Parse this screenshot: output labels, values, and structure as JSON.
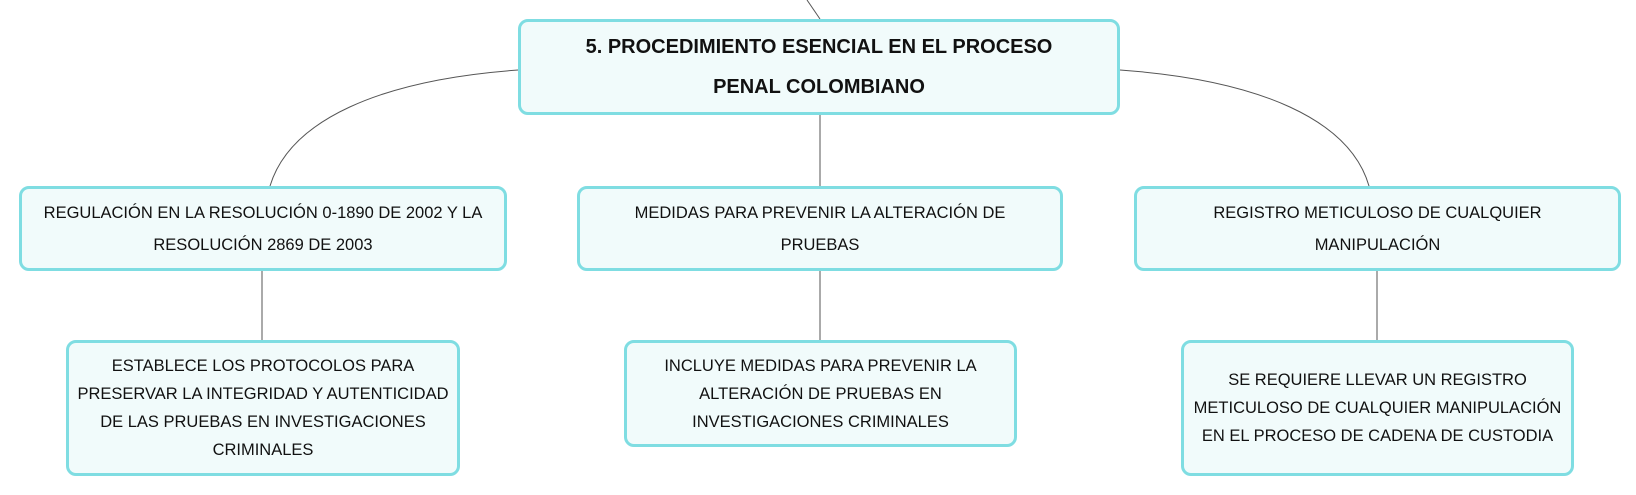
{
  "root": {
    "title": "5. PROCEDIMIENTO ESENCIAL EN EL PROCESO PENAL COLOMBIANO"
  },
  "branches": [
    {
      "label": "REGULACIÓN EN LA RESOLUCIÓN 0-1890 DE 2002 Y LA RESOLUCIÓN 2869 DE 2003",
      "child": "ESTABLECE LOS PROTOCOLOS PARA PRESERVAR LA INTEGRIDAD Y AUTENTICIDAD DE LAS PRUEBAS EN INVESTIGACIONES CRIMINALES"
    },
    {
      "label": "MEDIDAS PARA PREVENIR LA ALTERACIÓN DE PRUEBAS",
      "child": "INCLUYE MEDIDAS PARA PREVENIR LA ALTERACIÓN DE PRUEBAS EN INVESTIGACIONES CRIMINALES"
    },
    {
      "label": "REGISTRO METICULOSO DE CUALQUIER MANIPULACIÓN",
      "child": "SE REQUIERE LLEVAR UN REGISTRO METICULOSO DE CUALQUIER MANIPULACIÓN EN EL PROCESO DE CADENA DE CUSTODIA"
    }
  ],
  "colors": {
    "border": "#7fdde2",
    "fill": "#f1fbfb",
    "connector": "#555555"
  }
}
